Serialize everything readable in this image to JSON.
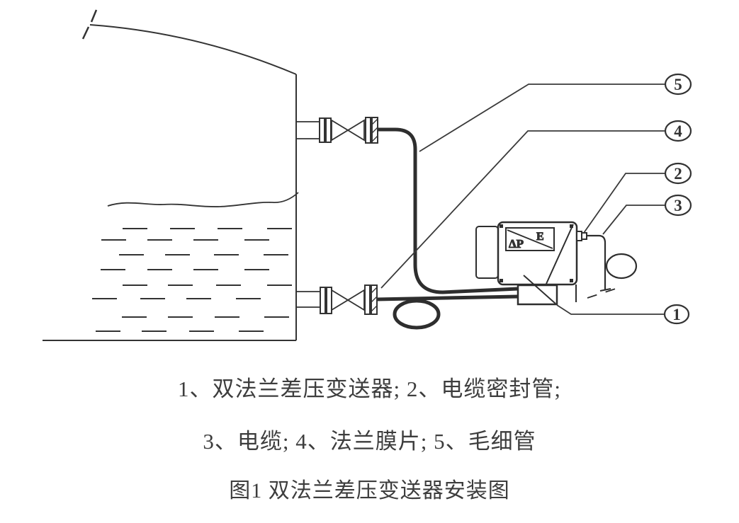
{
  "figure": {
    "legend_line1": "1、双法兰差压变送器; 2、电缆密封管;",
    "legend_line2": "3、电缆; 4、法兰膜片; 5、毛细管",
    "caption": "图1 双法兰差压变送器安装图"
  },
  "legend_items": [
    {
      "number": "1",
      "label": "双法兰差压变送器"
    },
    {
      "number": "2",
      "label": "电缆密封管"
    },
    {
      "number": "3",
      "label": "电缆"
    },
    {
      "number": "4",
      "label": "法兰膜片"
    },
    {
      "number": "5",
      "label": "毛细管"
    }
  ],
  "callouts": [
    {
      "number": "1"
    },
    {
      "number": "2"
    },
    {
      "number": "3"
    },
    {
      "number": "4"
    },
    {
      "number": "5"
    }
  ],
  "nameplate": {
    "dp": "ΔP",
    "e": "E"
  },
  "colors": {
    "line": "#333333",
    "background": "#ffffff"
  }
}
